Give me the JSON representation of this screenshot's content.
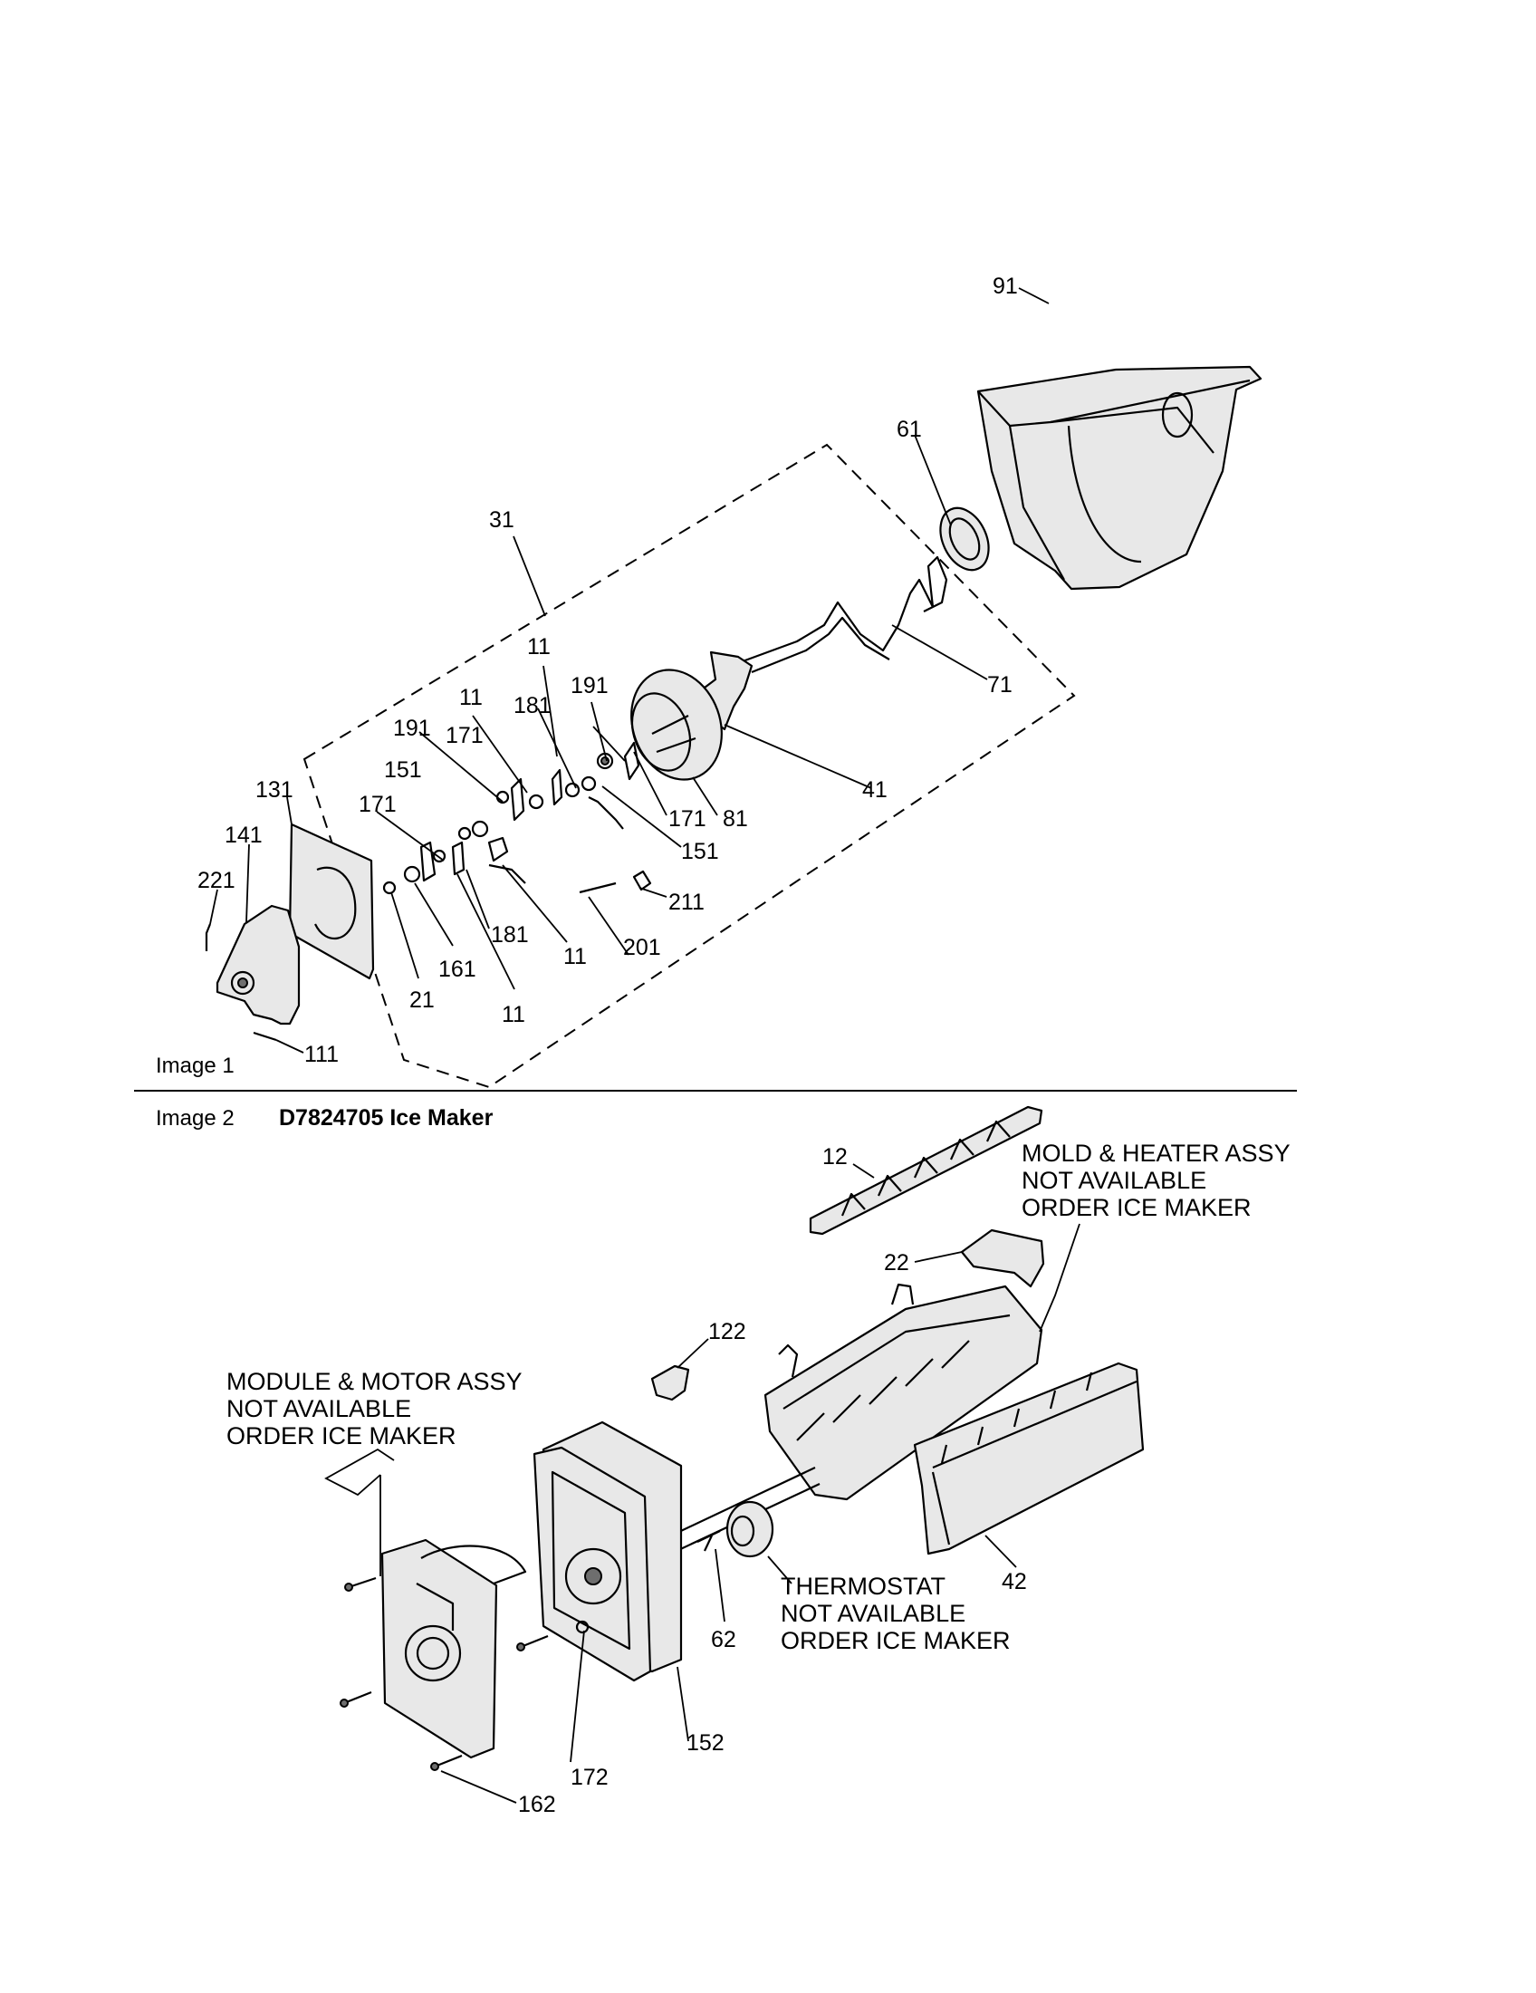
{
  "image1": {
    "caption": "Image 1",
    "callouts": {
      "c91": "91",
      "c61": "61",
      "c31": "31",
      "c71": "71",
      "c11a": "11",
      "c191a": "191",
      "c11b": "11",
      "c181a": "181",
      "c191b": "191",
      "c171a": "171",
      "c151a": "151",
      "c171b": "171",
      "c81": "81",
      "c41": "41",
      "c151b": "151",
      "c211": "211",
      "c131": "131",
      "c141": "141",
      "c171c": "171",
      "c221": "221",
      "c181b": "181",
      "c11c": "11",
      "c201": "201",
      "c161": "161",
      "c21": "21",
      "c11d": "11",
      "c111": "111"
    }
  },
  "image2": {
    "caption": "Image 2",
    "title": "D7824705 Ice Maker",
    "callouts": {
      "c12": "12",
      "c22": "22",
      "c122": "122",
      "c42": "42",
      "c62": "62",
      "c152": "152",
      "c172": "172",
      "c162": "162"
    },
    "notes": {
      "mold": [
        "MOLD & HEATER ASSY",
        "NOT AVAILABLE",
        "ORDER ICE MAKER"
      ],
      "module": [
        "MODULE & MOTOR ASSY",
        "NOT AVAILABLE",
        "ORDER ICE MAKER"
      ],
      "thermostat": [
        "THERMOSTAT",
        "NOT AVAILABLE",
        "ORDER ICE MAKER"
      ]
    }
  }
}
